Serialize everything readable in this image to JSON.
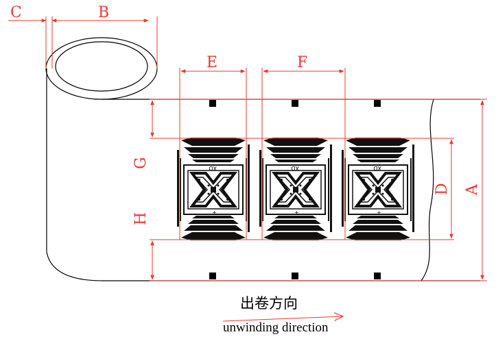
{
  "dimension_labels": {
    "a": "A",
    "b": "B",
    "c": "C",
    "d": "D",
    "e": "E",
    "f": "F",
    "g": "G",
    "h": "H"
  },
  "caption": {
    "chinese": "出卷方向",
    "english": "unwinding direction"
  },
  "tag_marks": {
    "top_code": "XD",
    "bottom_mark": "+"
  },
  "colors": {
    "dimension": "#e8382e",
    "line": "#000000",
    "background": "#ffffff"
  }
}
